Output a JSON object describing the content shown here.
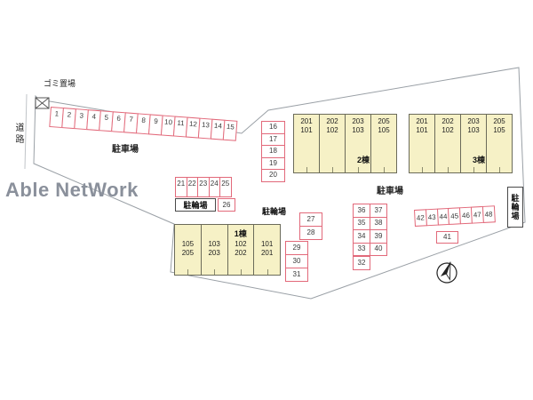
{
  "watermark": "Able NetWork",
  "labels": {
    "garbage": "ゴミ置場",
    "road": "道路",
    "parking_top": "駐車場",
    "parking_right": "駐車場",
    "bike_left": "駐輪場",
    "bike_mid": "駐輪場",
    "bike_right": "駐輪場"
  },
  "spaces": {
    "row_1_15": [
      "1",
      "2",
      "3",
      "4",
      "5",
      "6",
      "7",
      "8",
      "9",
      "10",
      "11",
      "12",
      "13",
      "14",
      "15"
    ],
    "col_16_20": [
      "16",
      "17",
      "18",
      "19",
      "20"
    ],
    "row_21_25": [
      "21",
      "22",
      "23",
      "24",
      "25"
    ],
    "s26": "26",
    "col_27_28": [
      "27",
      "28"
    ],
    "col_29_31": [
      "29",
      "30",
      "31"
    ],
    "grid_33_40": [
      {
        "l": "36",
        "r": "37"
      },
      {
        "l": "35",
        "r": "38"
      },
      {
        "l": "34",
        "r": "39"
      },
      {
        "l": "33",
        "r": "40"
      }
    ],
    "s32": "32",
    "row_42_48": [
      "42",
      "43",
      "44",
      "45",
      "46",
      "47",
      "48"
    ],
    "s41": "41"
  },
  "buildings": {
    "b2": {
      "label": "2棟",
      "units": [
        {
          "upper": "201",
          "lower": "101"
        },
        {
          "upper": "202",
          "lower": "102"
        },
        {
          "upper": "203",
          "lower": "103"
        },
        {
          "upper": "205",
          "lower": "105"
        }
      ]
    },
    "b3": {
      "label": "3棟",
      "units": [
        {
          "upper": "201",
          "lower": "101"
        },
        {
          "upper": "202",
          "lower": "102"
        },
        {
          "upper": "203",
          "lower": "103"
        },
        {
          "upper": "205",
          "lower": "105"
        }
      ]
    },
    "b1": {
      "label": "1棟",
      "units": [
        {
          "upper": "105",
          "lower": "205"
        },
        {
          "upper": "103",
          "lower": "203"
        },
        {
          "upper": "102",
          "lower": "202"
        },
        {
          "upper": "101",
          "lower": "201"
        }
      ]
    }
  },
  "colors": {
    "space-border": "#e2697a",
    "space-number": "#3a3a3a",
    "building-fill": "#f6f1c6",
    "building-border": "#6b6b5a",
    "boundary": "#9aa0a6",
    "watermark": "#8a909b"
  }
}
